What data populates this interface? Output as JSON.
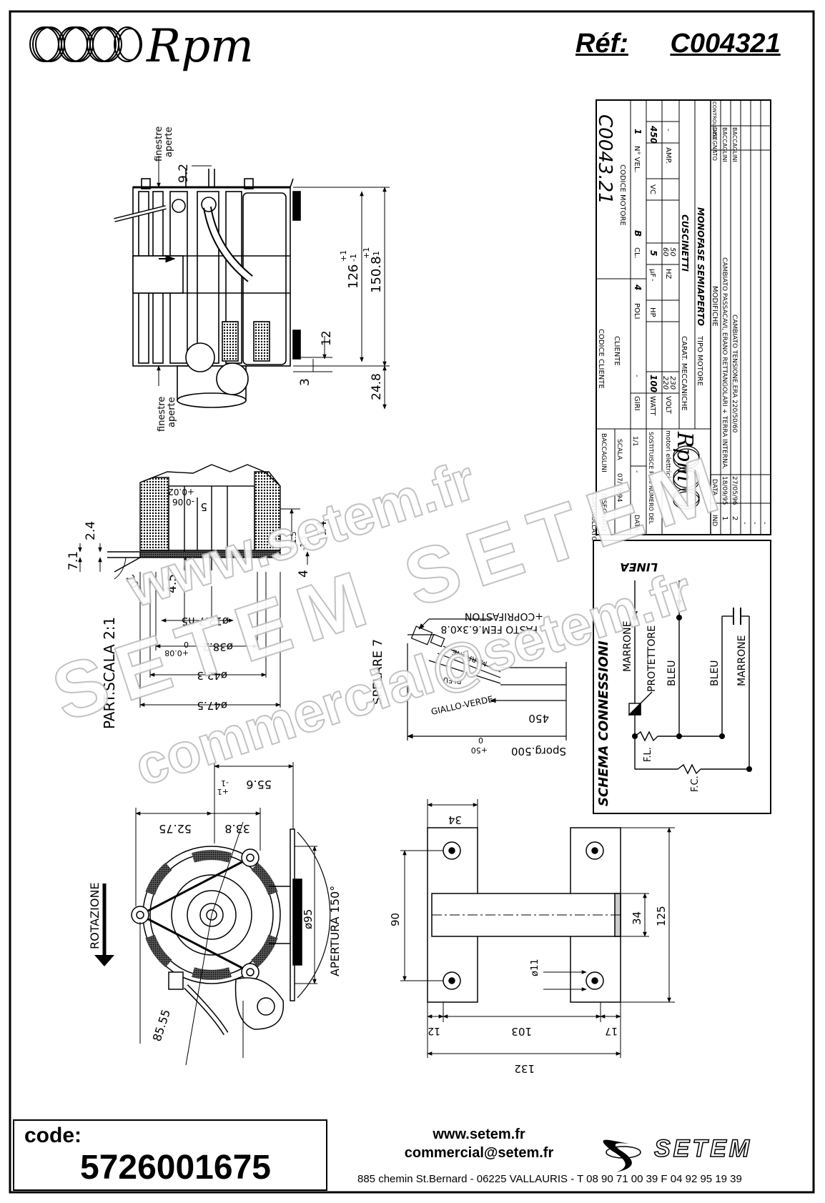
{
  "header": {
    "brand": "Rpm",
    "ref_label": "Réf:",
    "ref_value": "C004321"
  },
  "top_view": {
    "window_top": [
      "finestre",
      "aperte"
    ],
    "window_bottom": [
      "finestre",
      "aperte"
    ],
    "dim_9_2": "9.2",
    "dim_126": "126",
    "dim_126_tol": [
      "+1",
      "-1"
    ],
    "dim_150_8": "150.8",
    "dim_150_8_tol": [
      "+1",
      "-1"
    ],
    "dim_12": "12",
    "dim_3": "3",
    "dim_24_8": "24.8"
  },
  "shaft_detail": {
    "scale": "PART.SCALA 2:1",
    "dim_7_1": "7.1",
    "dim_2_4": "2.4",
    "dim_20": "20°",
    "dim_4_5": "4.5",
    "dim_5": "5",
    "dim_5_tol": [
      "+0.02",
      "-0.06"
    ],
    "dim_14": "14",
    "dim_1_5": [
      "+1.5",
      "-1.5"
    ],
    "dim_4": "4",
    "dim_12_7": "ø12.7 h5",
    "dim_38_2": "ø38.2",
    "dim_38_2_tol": [
      "0",
      "+0.08"
    ],
    "dim_42_3": "ø42.3",
    "dim_47_5": "ø47.5"
  },
  "cable": {
    "copri": "+COPRIFASTON",
    "fasto": "FASTO FEM.6.3x0.8",
    "marrone": "MARRONE",
    "bleu": "BLEU",
    "giallo": "GIALLO-VERDE",
    "spelare": "SPELARE 7",
    "dim_450": "450",
    "sporg": "Sporg.500",
    "sporg_tol": [
      "+50",
      "0"
    ]
  },
  "title_block": {
    "mod_rows": [
      {
        "ind": "2",
        "data": "27/05/96",
        "mod": "CAMBIATO TENSIONE,ERA 220/50/60",
        "sign": "BACCAGLINI"
      },
      {
        "ind": "1",
        "data": "18/09/95",
        "mod": "CAMBIATO PASSACAVI, ERANO RETTANGOLARI + TERRA INTERNA.",
        "sign": "BACCAGLINI"
      }
    ],
    "blank_rows": [
      "-",
      "-",
      "-"
    ],
    "ind_label": "IND",
    "data_label": "DATA",
    "mod_label": "MODIFICHE",
    "disegnato_label": "DISEGNATO",
    "controllato_label": "CONTROLLATO",
    "brand": "Rpm",
    "brand_sub": "motori elettrici",
    "tipo_label": "TIPO MOTORE",
    "tipo_value": "MONOFASE SEMIAPERTO",
    "carat_label": "CARAT. MECCANICHE",
    "carat_value": "CUSCINETTI",
    "volt_label": "VOLT",
    "volt_values": [
      "230",
      "220"
    ],
    "hz_label": "HZ",
    "hz_values": [
      "50",
      "60"
    ],
    "amp_label": "AMP.",
    "amp_value": "-",
    "watt_label": "WATT",
    "watt_value": "100",
    "hp_label": "HP",
    "hp_value": "-",
    "uf_label": "µF",
    "uf_value": "5",
    "vc_label": "VC",
    "vc_value": "450",
    "giri_label": "GIRI",
    "giri_value": "-",
    "poli_label": "POLI",
    "poli_value": "4",
    "cl_label": "CL.",
    "cl_value": "B",
    "nvel_label": "N° VEL.",
    "nvel_value": "1",
    "sost_label": "SOSTITUISCE PARI NUMERO DEL",
    "sost_value": "-",
    "data_row_label": "DATA",
    "data_row_value": "07/10/94",
    "scala_label": "SCALA",
    "scala_value": "1/1",
    "cliente_label": "CLIENTE",
    "disegnato_by_label": "DISEGNATO",
    "disegnato_by": "BACCAGLINI",
    "controllato_row_label": "CONTROLLATO",
    "codice_cliente_label": "CODICE CLIENTE",
    "codice_motore_label": "CODICE MOTORE",
    "codice_motore_value": "C0043.21"
  },
  "schema": {
    "title": "SCHEMA CONNESSIONI",
    "linea": "LINEA",
    "marrone": "MARRONE",
    "protettore": "PROTETTORE",
    "bleu": "BLEU",
    "bleu2": "BLEU",
    "marrone2": "MARRONE",
    "fl": "F.L.",
    "fc": "F.C."
  },
  "front_view": {
    "dim_55_6": "55.6",
    "dim_55_6_tol": [
      "+1",
      "-1"
    ],
    "dim_52_75": "52.75",
    "dim_33_8": "33.8",
    "rotazione": "ROTAZIONE",
    "dim_95": "ø95",
    "apertura": "APERTURA 150°",
    "dim_85_55": "85.55"
  },
  "bracket": {
    "dim_34_top": "34",
    "dim_90": "90",
    "dim_34": "34",
    "dim_125": "125",
    "dim_11": "ø11",
    "dim_12": "12",
    "dim_103": "103",
    "dim_17": "17",
    "dim_132": "132"
  },
  "watermark": {
    "line1": "www.setem.fr",
    "line2": "SETEM SETEM",
    "line3": "commercial@setem.fr"
  },
  "footer": {
    "code_label": "code:",
    "code_value": "5726001675",
    "web": "www.setem.fr",
    "email": "commercial@setem.fr",
    "address": "885 chemin St.Bernard  -  06225 VALLAURIS  -  T 08 90 71 00 39   F 04 92 95 19 39",
    "setem": "SETEM"
  }
}
